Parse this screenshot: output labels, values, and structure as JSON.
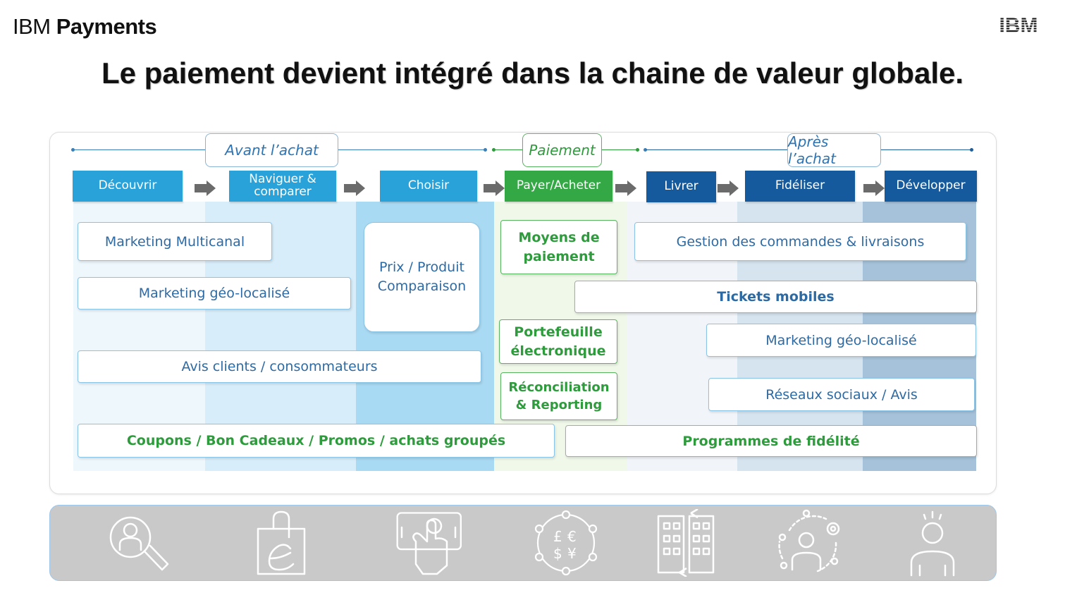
{
  "header": {
    "brand_light": "IBM",
    "brand_bold": "Payments",
    "logo_text": "IBM",
    "title": "Le paiement devient intégré dans la chaine de valeur globale."
  },
  "phases": {
    "before": "Avant l’achat",
    "payment": "Paiement",
    "after": "Après l’achat"
  },
  "steps": [
    "Découvrir",
    "Naviguer & comparer",
    "Choisir",
    "Payer/Acheter",
    "Livrer",
    "Fidéliser",
    "Développer"
  ],
  "boxes": {
    "marketing_multicanal": "Marketing Multicanal",
    "marketing_geo_left": "Marketing géo-localisé",
    "prix_produit": "Prix / Produit Comparaison",
    "avis_clients": "Avis clients / consommateurs",
    "coupons": "Coupons / Bon Cadeaux / Promos / achats groupés",
    "moyens_paiement": "Moyens de paiement",
    "portefeuille": "Portefeuille électronique",
    "reconciliation": "Réconciliation & Reporting",
    "gestion_commandes": "Gestion des commandes & livraisons",
    "tickets_mobiles": "Tickets mobiles",
    "marketing_geo_right": "Marketing géo-localisé",
    "reseaux_sociaux": "Réseaux sociaux / Avis",
    "programmes_fidelite": "Programmes de fidélité"
  },
  "icons": [
    "search-person-icon",
    "shopping-bag-icon",
    "touch-tablet-icon",
    "currency-cycle-icon",
    "buildings-icon",
    "network-person-icon",
    "idea-person-icon"
  ],
  "colors": {
    "step_light": "#29a2d9",
    "step_green": "#33a845",
    "step_dark": "#145a9c",
    "text_blue": "#2d6aa4",
    "text_green": "#2e9b3c",
    "icon_bar": "#c9c9c9"
  }
}
